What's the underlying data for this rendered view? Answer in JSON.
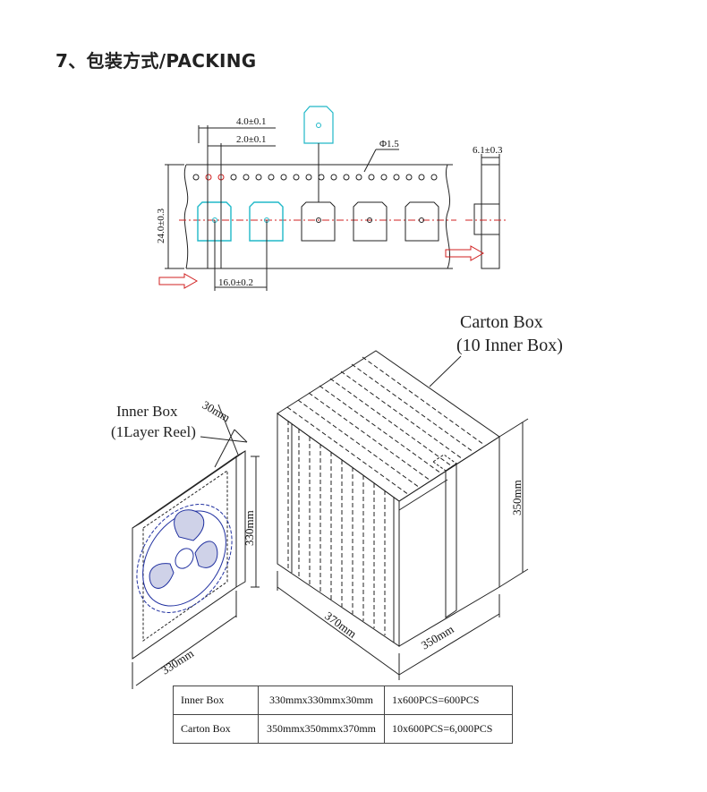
{
  "title": "7、包装方式/PACKING",
  "tape": {
    "pitch_holes": "4.0±0.1",
    "hole_offset": "2.0±0.1",
    "hole_dia": "Φ1.5",
    "width": "24.0±0.3",
    "pitch_parts": "16.0±0.2",
    "thickness": "6.1±0.3"
  },
  "carton": {
    "label_line1": "Carton Box",
    "label_line2": "(10 Inner Box)",
    "dim_height": "350mm",
    "dim_length": "370mm",
    "dim_width": "350mm"
  },
  "inner": {
    "label_line1": "Inner Box",
    "label_line2": "(1Layer Reel)",
    "dim_depth": "30mm",
    "dim_height": "330mm",
    "dim_width": "330mm"
  },
  "table": {
    "rows": [
      {
        "name": "Inner Box",
        "size": "330mmx330mmx30mm",
        "qty": "1x600PCS=600PCS"
      },
      {
        "name": "Carton Box",
        "size": "350mmx350mmx370mm",
        "qty": "10x600PCS=6,000PCS"
      }
    ]
  },
  "colors": {
    "accent_cyan": "#20b8c8",
    "red": "#d02020",
    "blue": "#2030a0",
    "line": "#222222"
  }
}
